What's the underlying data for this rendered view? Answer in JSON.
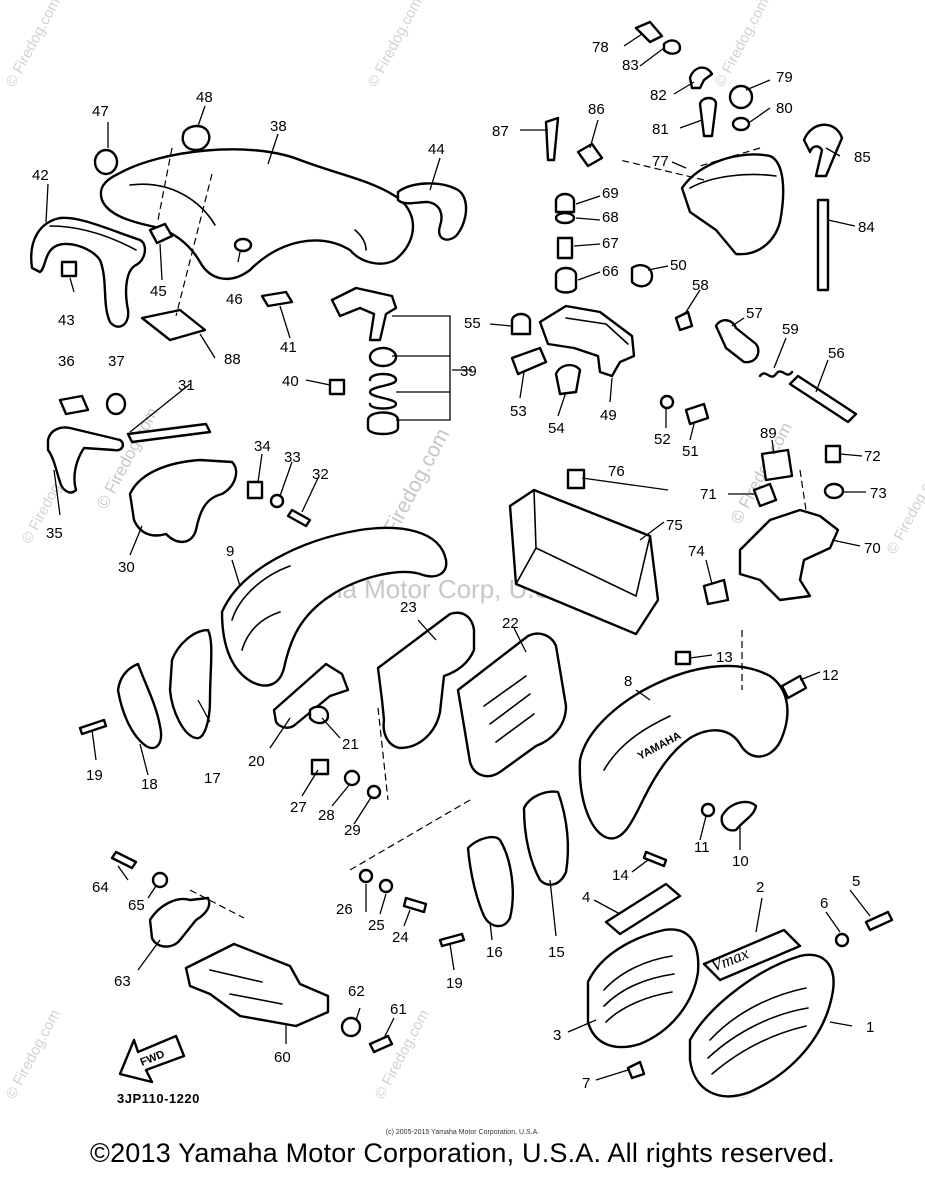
{
  "diagram": {
    "code": "3JP110-1220",
    "fwd_label": "FWD",
    "copyright": "©2013 Yamaha Motor Corporation, U.S.A. All rights reserved.",
    "small_copyright": "(c) 2005-2015 Yamaha Motor Corporation, U.S.A.",
    "watermark_center": "Yamaha Motor Corp, U.S.A.",
    "watermark_site": "© Firedog.com",
    "watermark_corner": "© Firedog.com",
    "tank_badge": "YAMAHA",
    "emblem": "Vmax"
  },
  "labels": [
    "1",
    "2",
    "3",
    "4",
    "5",
    "6",
    "7",
    "8",
    "9",
    "10",
    "11",
    "12",
    "13",
    "14",
    "15",
    "16",
    "17",
    "18",
    "19",
    "19",
    "20",
    "21",
    "22",
    "23",
    "24",
    "25",
    "26",
    "27",
    "28",
    "29",
    "30",
    "31",
    "32",
    "33",
    "34",
    "35",
    "36",
    "37",
    "38",
    "39",
    "40",
    "41",
    "42",
    "43",
    "44",
    "45",
    "46",
    "47",
    "48",
    "49",
    "50",
    "51",
    "52",
    "53",
    "54",
    "55",
    "56",
    "57",
    "58",
    "59",
    "60",
    "61",
    "62",
    "63",
    "64",
    "65",
    "66",
    "67",
    "68",
    "69",
    "70",
    "71",
    "72",
    "73",
    "74",
    "75",
    "76",
    "77",
    "78",
    "79",
    "80",
    "81",
    "82",
    "83",
    "84",
    "85",
    "86",
    "87",
    "88",
    "89"
  ]
}
